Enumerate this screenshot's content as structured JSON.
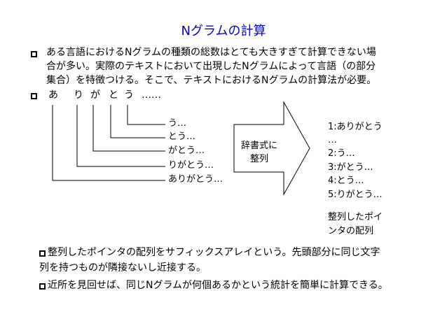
{
  "slide": {
    "title": "Nグラムの計算",
    "bullet1_lines": [
      "ある言語におけるNグラムの種類の総数はとても大きすぎて計算できない場",
      "合が多い。実際のテキストにおいて出現したNグラムによって言語（の部分",
      "集合）を特徴つける。そこで、テキストにおけるNグラムの計算法が必要。"
    ],
    "bullet2_chars": [
      "あ",
      "り",
      "が",
      "と",
      "う",
      "……"
    ],
    "suffixes": [
      "う…",
      "とう…",
      "がとう…",
      "りがとう…",
      "ありがとう…"
    ],
    "arrow_label_lines": [
      "辞書式に",
      "整列"
    ],
    "sorted_list": [
      "1:ありがとう",
      "…",
      "2:う…",
      "3:がとう…",
      "4:とう…",
      "5:りがとう…"
    ],
    "sorted_caption_lines": [
      "整列したポイ",
      "ンタの配列"
    ],
    "bottom_line1": "整列したポインタの配列をサフィックスアレイという。先頭部分に同じ文字",
    "bottom_line2": "列を持つものが隣接ないし近接する。",
    "bottom_line3": "近所を見回せば、同じNグラムが何個あるかという統計を簡単に計算できる。"
  }
}
